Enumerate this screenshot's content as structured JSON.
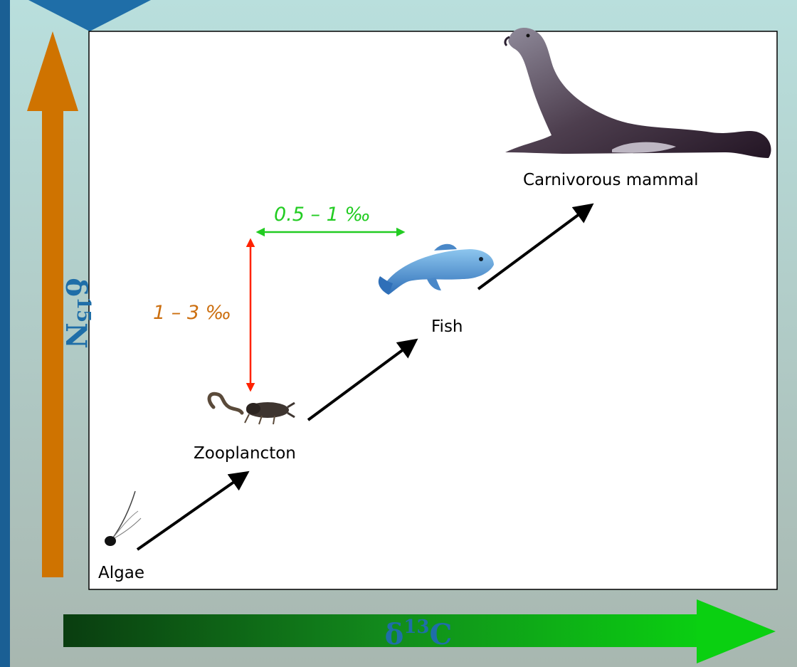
{
  "colors": {
    "slide_bg_light": "#b9dddc",
    "slide_bg_dark": "#a9bdb6",
    "frame_blue": "#1f6ea8",
    "nitrogen_axis": "#cf7300",
    "carbon_axis_dark": "#0c4a12",
    "carbon_axis_light": "#0acf10",
    "vertical_delta": "#ff2200",
    "vertical_delta_text": "#cc6f10",
    "horizontal_delta": "#22cc22",
    "trophic_arrow": "#000000",
    "plot_bg": "#ffffff"
  },
  "axes": {
    "y_symbol": "δ",
    "y_mass": "15",
    "y_element": "N",
    "x_symbol": "δ",
    "x_mass": "13",
    "x_element": "C"
  },
  "organisms": {
    "algae": "Algae",
    "zooplankton": "Zooplancton",
    "fish": "Fish",
    "mammal": "Carnivorous mammal"
  },
  "enrichment": {
    "nitrogen": "1 – 3 ‰",
    "carbon": "0.5 – 1 ‰"
  }
}
